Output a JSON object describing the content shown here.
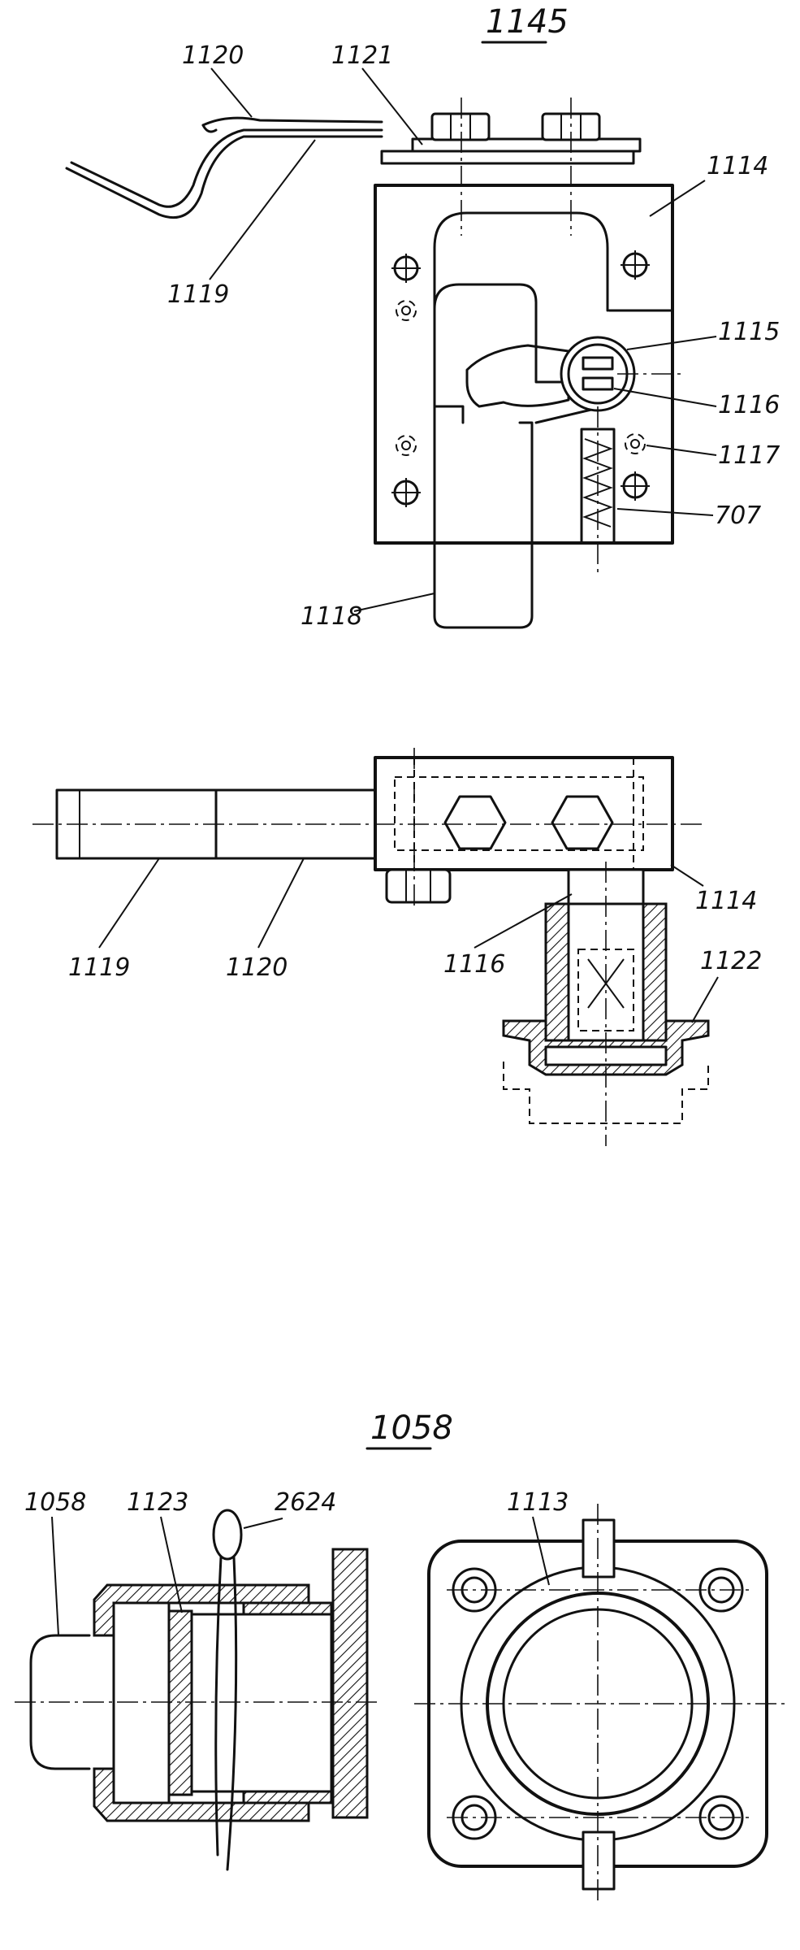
{
  "figure": {
    "views": {
      "top": {
        "title": "1145",
        "labels": {
          "l1120": "1120",
          "l1121": "1121",
          "l1114": "1114",
          "l1119": "1119",
          "l1115": "1115",
          "l1116": "1116",
          "l1117": "1117",
          "l707": "707",
          "l1118": "1118"
        }
      },
      "middle": {
        "labels": {
          "l1119": "1119",
          "l1120": "1120",
          "l1116": "1116",
          "l1114": "1114",
          "l1122": "1122"
        }
      },
      "bottom": {
        "title": "1058",
        "labels": {
          "l1058": "1058",
          "l1123": "1123",
          "l2624": "2624",
          "l1113": "1113"
        }
      }
    }
  }
}
